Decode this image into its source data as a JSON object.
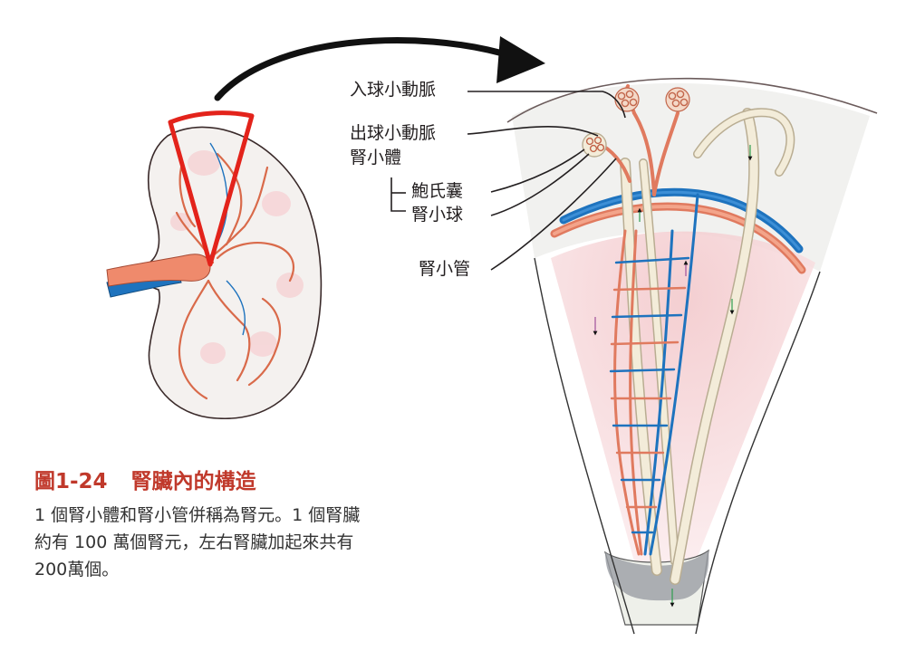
{
  "labels": {
    "afferent_arteriole": "入球小動脈",
    "efferent_arteriole": "出球小動脈",
    "renal_corpuscle": "腎小體",
    "bowmans_capsule": "鮑氏囊",
    "glomerulus": "腎小球",
    "renal_tubule": "腎小管"
  },
  "figure": {
    "number": "圖1-24",
    "title": "腎臟內的構造",
    "caption_lines": [
      "1 個腎小體和腎小管併稱為腎元。1 個腎臟",
      "約有 100 萬個腎元，左右腎臟加起來共有",
      "200萬個。"
    ]
  },
  "colors": {
    "artery": "#e07a5f",
    "vein": "#1e73be",
    "highlight": "#e3231b",
    "title": "#c0392b",
    "tubule": "#f3ecd9"
  }
}
